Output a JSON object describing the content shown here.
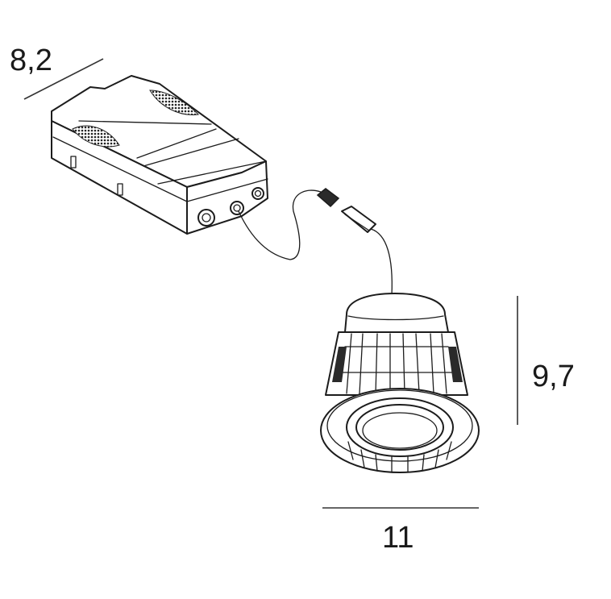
{
  "dimensions": {
    "driver_width": "8,2",
    "height": "9,7",
    "diameter": "11"
  }
}
